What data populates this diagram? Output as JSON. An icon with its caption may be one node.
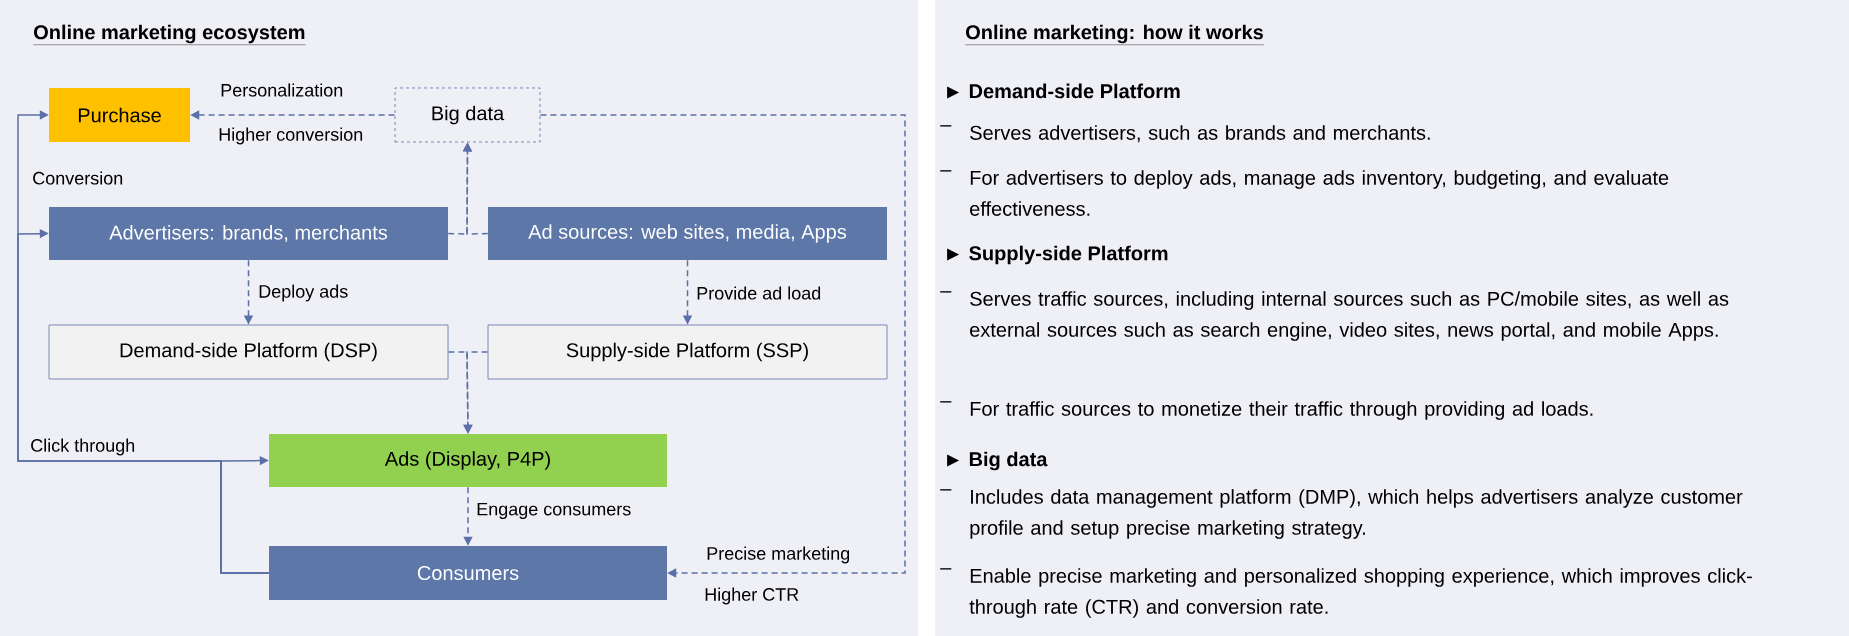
{
  "diagram": {
    "title": "Online marketing ecosystem",
    "nodes": [
      {
        "text": [
          "Purchase"
        ]
      },
      {
        "text": [
          "Big data"
        ]
      },
      {
        "text": [
          "Advertisers: brands, merchants"
        ]
      },
      {
        "text": [
          "Ad sources: web sites, media, Apps"
        ]
      },
      {
        "text": [
          "Demand-side Platform (DSP)"
        ]
      },
      {
        "text": [
          "Supply-side Platform (SSP)"
        ]
      },
      {
        "text": [
          "Ads (Display, P4P)"
        ]
      },
      {
        "text": [
          "Consumers"
        ]
      }
    ],
    "edges": [
      {
        "from": 1,
        "to": 0,
        "arrow": "to",
        "style": "dashed",
        "label": "Personalization"
      },
      {
        "from": 2,
        "to": 1,
        "arrow": "to",
        "style": "dashed"
      },
      {
        "from": 3,
        "to": 1,
        "arrow": "to",
        "style": "dashed"
      },
      {
        "from": 2,
        "to": 4,
        "arrow": "to",
        "style": "dashed",
        "label": "Deploy ads"
      },
      {
        "from": 3,
        "to": 5,
        "arrow": "to",
        "style": "dashed",
        "label": "Provide ad load"
      },
      {
        "from": 4,
        "to": 6,
        "arrow": "to",
        "style": "dashed"
      },
      {
        "from": 5,
        "to": 6,
        "arrow": "to",
        "style": "dashed"
      },
      {
        "from": 6,
        "to": 7,
        "arrow": "to",
        "style": "dashed",
        "label": "Engage consumers"
      },
      {
        "from": 1,
        "to": 7,
        "arrow": "to",
        "style": "dashed",
        "label": "Precise marketing"
      },
      {
        "from": 7,
        "to": 6,
        "arrow": "to"
      },
      {
        "from": 7,
        "to": 0,
        "arrow": "to",
        "label": "Conversion"
      },
      {
        "from": 7,
        "to": 2,
        "arrow": "to"
      }
    ],
    "labels": [
      "Higher conversion",
      "Higher CTR",
      "Click through",
      "Online marketing: how it works",
      "► Demand-side Platform",
      "–",
      "Serves advertisers, such as brands and merchants.",
      "–",
      "For advertisers to deploy ads, manage ads inventory, budgeting, and evaluate effectiveness.",
      "► Supply-side Platform",
      "–",
      "Serves traffic sources, including internal sources such as PC/mobile sites, as well as external sources such as search engine, video sites, news portal, and mobile Apps.",
      "–",
      "For traffic sources to monetize their traffic through providing ad loads.",
      "► Big data",
      "–",
      "Includes data management platform (DMP), which helps advertisers analyze customer profile and setup precise marketing strategy.",
      "–",
      "Enable precise marketing and personalized shopping experience, which improves click-through rate (CTR) and conversion rate."
    ]
  }
}
